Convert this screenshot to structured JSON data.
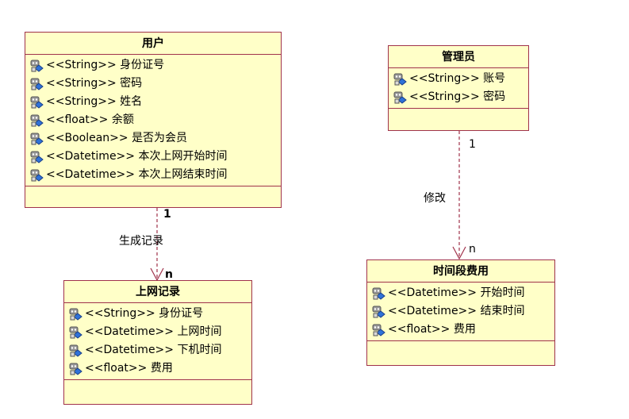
{
  "classes": {
    "user": {
      "name": "用户",
      "attributes": [
        "<<String>> 身份证号",
        "<<String>> 密码",
        "<<String>> 姓名",
        "<<float>> 余额",
        "<<Boolean>> 是否为会员",
        "<<Datetime>> 本次上网开始时间",
        "<<Datetime>> 本次上网结束时间"
      ]
    },
    "admin": {
      "name": "管理员",
      "attributes": [
        "<<String>> 账号",
        "<<String>> 密码"
      ]
    },
    "record": {
      "name": "上网记录",
      "attributes": [
        "<<String>> 身份证号",
        "<<Datetime>> 上网时间",
        "<<Datetime>> 下机时间",
        "<<float>> 费用"
      ]
    },
    "period": {
      "name": "时间段费用",
      "attributes": [
        "<<Datetime>> 开始时间",
        "<<Datetime>> 结束时间",
        "<<float>> 费用"
      ]
    }
  },
  "relations": {
    "user_record": {
      "label": "生成记录",
      "source_mult": "1",
      "target_mult": "n"
    },
    "admin_period": {
      "label": "修改",
      "source_mult": "1",
      "target_mult": "n"
    }
  },
  "colors": {
    "class_fill": "#ffffc8",
    "class_border": "#a0324b",
    "link": "#a0324b"
  },
  "icons": {
    "attribute": "key-lock-attribute-icon"
  }
}
